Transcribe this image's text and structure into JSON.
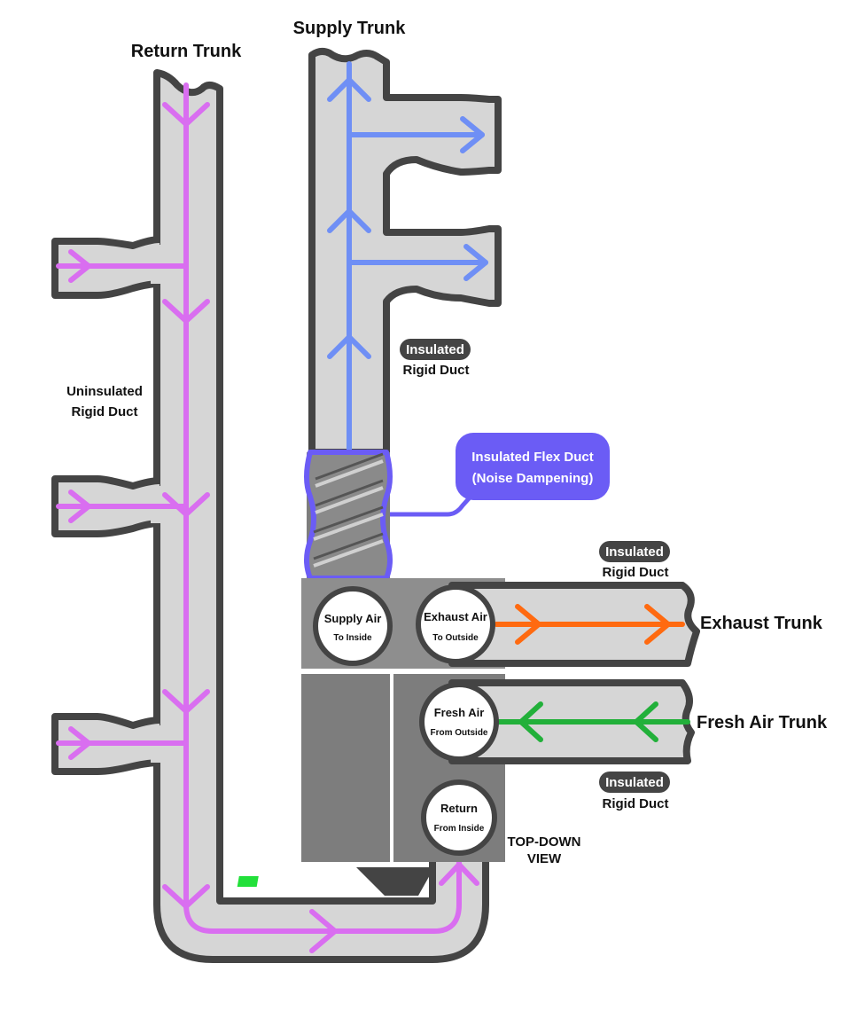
{
  "titles": {
    "return_trunk": "Return Trunk",
    "supply_trunk": "Supply Trunk",
    "exhaust_trunk": "Exhaust Trunk",
    "fresh_air_trunk": "Fresh Air Trunk"
  },
  "labels": {
    "uninsulated_line1": "Uninsulated",
    "uninsulated_line2": "Rigid Duct",
    "insulated_badge": "Insulated",
    "rigid_duct": "Rigid Duct",
    "flex_line1": "Insulated Flex Duct",
    "flex_line2": "(Noise Dampening)",
    "view_line1": "TOP-DOWN",
    "view_line2": "VIEW"
  },
  "ports": {
    "supply": {
      "main": "Supply Air",
      "sub": "To Inside"
    },
    "exhaust": {
      "main": "Exhaust Air",
      "sub": "To Outside"
    },
    "fresh": {
      "main": "Fresh Air",
      "sub": "From Outside"
    },
    "return": {
      "main": "Return",
      "sub": "From Inside"
    }
  },
  "colors": {
    "return_flow": "#d96ef0",
    "supply_flow": "#6f8ff5",
    "exhaust_flow": "#ff6a10",
    "fresh_flow": "#22b03a",
    "duct_fill": "#d6d6d6",
    "duct_outline": "#444444",
    "flex_outline": "#6b5cf5",
    "unit_dark": "#7d7d7d",
    "unit_light": "#8e8e8e",
    "indicator": "#22e03a"
  }
}
